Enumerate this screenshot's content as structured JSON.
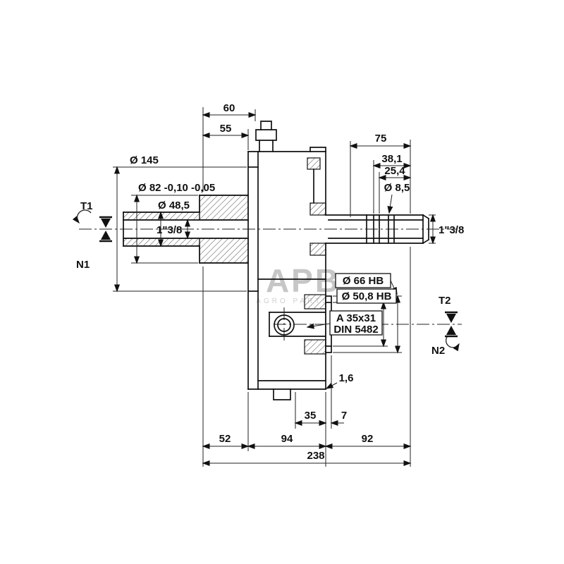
{
  "watermark": {
    "main": "APB",
    "sub": "AGRO PARTS ···"
  },
  "colors": {
    "line": "#111111",
    "dim_line": "#222222",
    "watermark": "#c6c6c6",
    "background": "#ffffff"
  },
  "labels": {
    "dim_60": "60",
    "dim_55": "55",
    "dim_75": "75",
    "dim_38_1": "38,1",
    "dim_25_4": "25,4",
    "dim_hole": "Ø 8,5",
    "dim_145": "Ø 145",
    "dim_82": "Ø 82 -0,10 -0,05",
    "dim_48_5": "Ø 48,5",
    "bore_left": "1\"3/8",
    "shaft_right": "1\"3/8",
    "t1": "T1",
    "n1": "N1",
    "t2": "T2",
    "n2": "N2",
    "dim_66": "Ø 66 HB",
    "dim_50_8": "Ø 50,8 HB",
    "spline_line1": "A 35x31",
    "spline_line2": "DIN 5482",
    "dim_1_6": "1,6",
    "dim_35": "35",
    "dim_7": "7",
    "dim_52": "52",
    "dim_94": "94",
    "dim_92": "92",
    "dim_238": "238"
  }
}
